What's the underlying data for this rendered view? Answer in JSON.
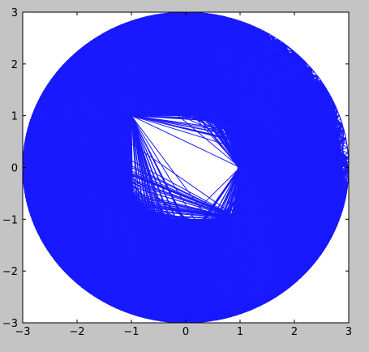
{
  "figure": {
    "background": "#c4c4c4",
    "axes_background": "#ffffff",
    "mesh_color": "#1a1aff"
  },
  "chart_data": {
    "type": "mesh",
    "title": "",
    "xlabel": "",
    "ylabel": "",
    "xlim": [
      -3,
      3
    ],
    "ylim": [
      -3,
      3
    ],
    "xticks": [
      -3,
      -2,
      -1,
      0,
      1,
      2,
      3
    ],
    "yticks": [
      -3,
      -2,
      -1,
      0,
      1,
      2,
      3
    ],
    "xtick_labels": [
      "−3",
      "−2",
      "−1",
      "0",
      "1",
      "2",
      "3"
    ],
    "ytick_labels": [
      "−3",
      "−2",
      "−1",
      "0",
      "1",
      "2",
      "3"
    ],
    "grid": false,
    "legend": "none",
    "outer_boundary": {
      "shape": "circle",
      "center": [
        0,
        0
      ],
      "radius": 3
    },
    "inner_boundary": {
      "shape": "square",
      "corners": [
        [
          -1,
          -1
        ],
        [
          1,
          -1
        ],
        [
          1,
          1
        ],
        [
          -1,
          1
        ]
      ]
    }
  }
}
